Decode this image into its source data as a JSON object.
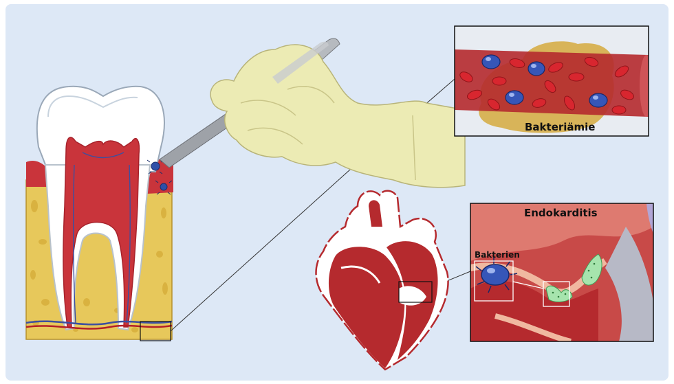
{
  "labels": {
    "bacteremia": "Bakteriämie",
    "endocarditis": "Endokarditis",
    "bacteria": "Bakterien"
  },
  "colors": {
    "background": "#dde8f6",
    "gum": "#c8323a",
    "bone": "#e8c85a",
    "blood": "#b52a2e",
    "glove": "#ecebb4",
    "bacterium": "#2f4fa8",
    "vegetation": "#9fe0a8"
  }
}
